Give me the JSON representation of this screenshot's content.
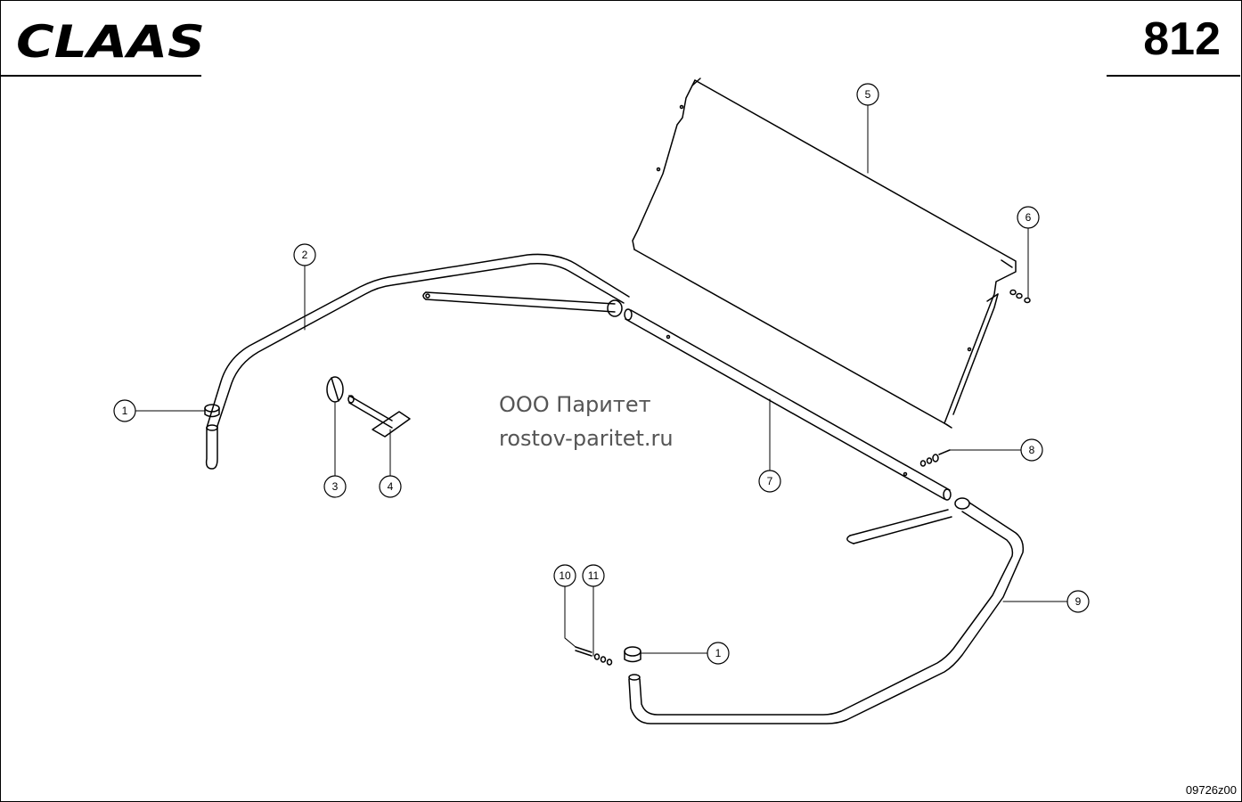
{
  "header": {
    "brand": "CLAAS",
    "page_number": "812"
  },
  "watermark": {
    "line1": "ООО Паритет",
    "line2": "rostov-paritet.ru"
  },
  "drawing_code": "09726z00",
  "callouts": {
    "c1a": "1",
    "c1b": "1",
    "c2": "2",
    "c3": "3",
    "c4": "4",
    "c5": "5",
    "c6": "6",
    "c7": "7",
    "c8": "8",
    "c9": "9",
    "c10": "10",
    "c11": "11"
  },
  "colors": {
    "ink": "#000000",
    "watermark": "#555555"
  }
}
